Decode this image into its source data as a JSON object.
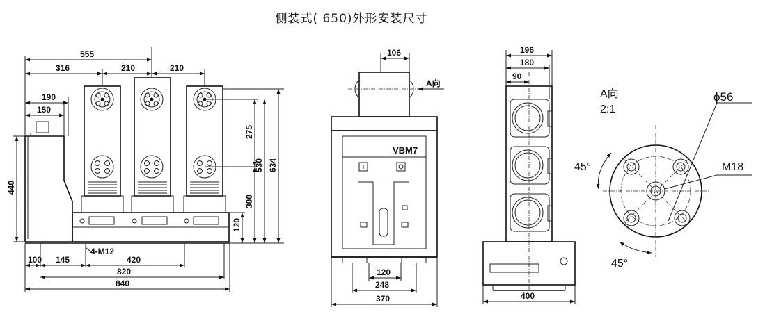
{
  "title": "侧装式( 650)外形安装尺寸",
  "side_view": {
    "dims_top": [
      "555",
      "316",
      "210",
      "210",
      "190",
      "150"
    ],
    "dims_vertical": [
      "440",
      "275",
      "530",
      "634",
      "300",
      "120"
    ],
    "dims_bottom": [
      "100",
      "145",
      "420",
      "820",
      "840"
    ],
    "bolt_label": "4-M12"
  },
  "front_view": {
    "model": "VBM7",
    "top_dim": "106",
    "arrow_label": "A向",
    "dims_bottom": [
      "120",
      "248",
      "370"
    ]
  },
  "end_view": {
    "dims_top": [
      "196",
      "180",
      "90"
    ],
    "dim_bottom": "400"
  },
  "detail_view": {
    "title": "A向",
    "scale": "2:1",
    "diameter": "ϕ56",
    "thread": "M18",
    "angle_top": "45°",
    "angle_bottom": "45°"
  }
}
